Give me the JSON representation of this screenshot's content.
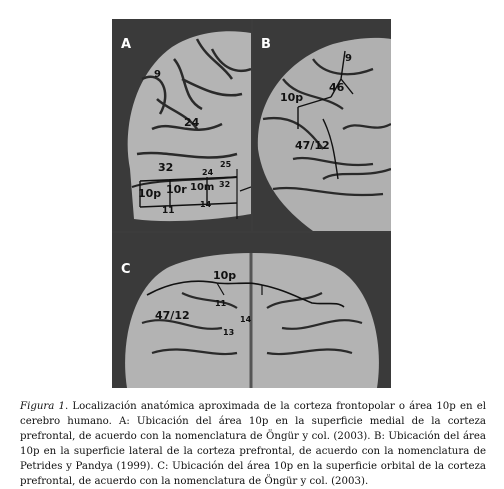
{
  "figure": {
    "panels": [
      {
        "letter": "A",
        "areas": [
          "9",
          "24",
          "32",
          "24",
          "25",
          "10p",
          "10r",
          "10m",
          "32",
          "11",
          "14"
        ]
      },
      {
        "letter": "B",
        "areas": [
          "9",
          "46",
          "10p",
          "47/12"
        ]
      },
      {
        "letter": "C",
        "areas": [
          "10p",
          "47/12",
          "11",
          "14",
          "13"
        ]
      }
    ]
  },
  "caption": {
    "lead": "Figura 1",
    "text": ". Localización anatómica aproximada de la corteza frontopolar o área 10p en el cerebro humano. A: Ubicación del área 10p en la superficie medial de la corteza prefrontal, de acuerdo con la nomenclatura de Öngür y col. (2003). B: Ubicación del área 10p en la superficie lateral de la corteza prefrontal, de acuerdo con la nomenclatura de Petrides y Pandya (1999). C: Ubicación del área 10p en la superficie orbital de la corteza prefrontal, de acuerdo con la nomenclatura de Öngür y col. (2003)."
  }
}
